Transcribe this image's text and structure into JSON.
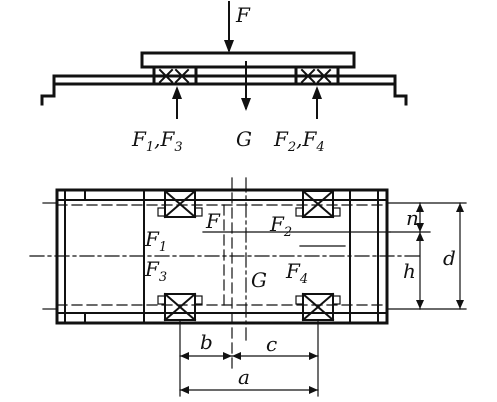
{
  "labels": {
    "force_top": "F",
    "force_left_group": {
      "f1": "F",
      "s1": "1",
      "sep": ",",
      "f3": "F",
      "s3": "3"
    },
    "gravity": "G",
    "force_right_group": {
      "f2": "F",
      "s2": "2",
      "sep": ",",
      "f4": "F",
      "s4": "4"
    },
    "plan_f1": {
      "main": "F",
      "sub": "1"
    },
    "plan_f2": {
      "main": "F",
      "sub": "2"
    },
    "plan_f3": {
      "main": "F",
      "sub": "3"
    },
    "plan_f4": {
      "main": "F",
      "sub": "4"
    },
    "plan_f": "F",
    "plan_g": "G",
    "dim_n": "n",
    "dim_h": "h",
    "dim_d": "d",
    "dim_b": "b",
    "dim_c": "c",
    "dim_a": "a"
  },
  "colors": {
    "ink": "#111111",
    "background": "#ffffff"
  }
}
